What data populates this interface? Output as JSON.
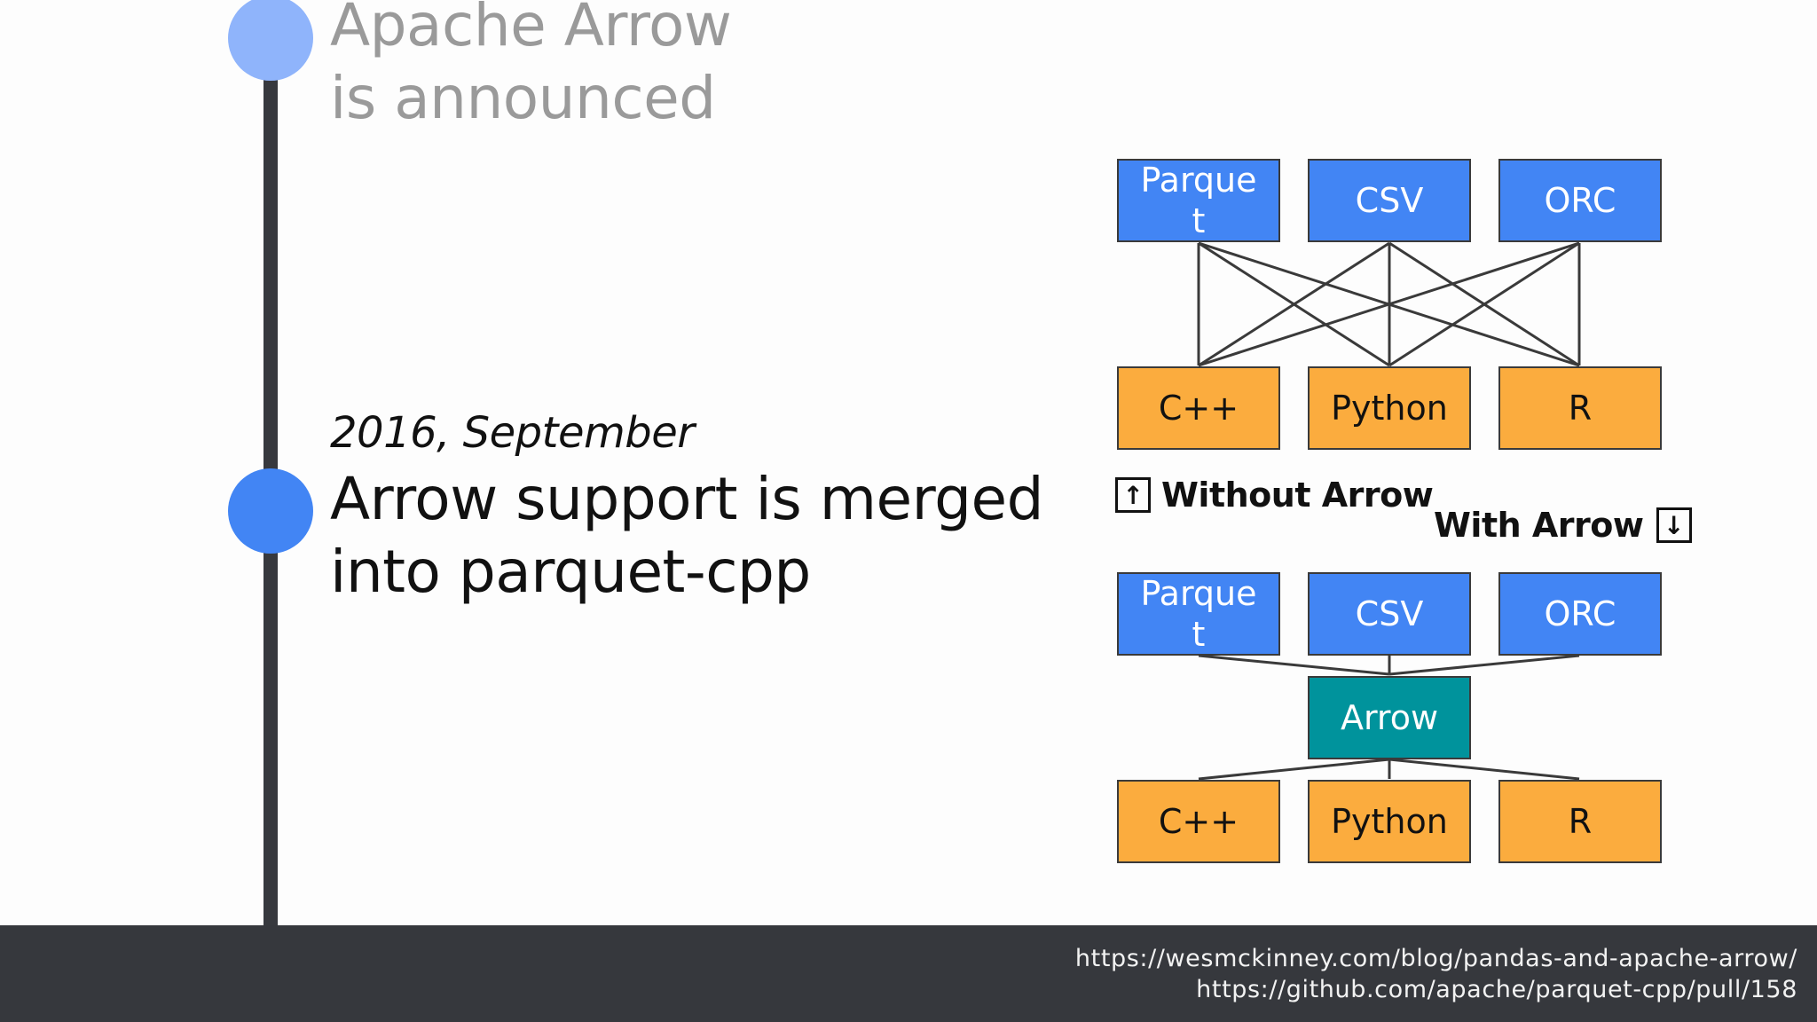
{
  "timeline": {
    "previous_event": {
      "title": "Apache Arrow\nis announced"
    },
    "current_event": {
      "date": "2016, September",
      "title": "Arrow support is merged\ninto parquet-cpp"
    }
  },
  "diagram": {
    "without_arrow": {
      "legend": "Without Arrow",
      "arrow_glyph": "↑",
      "formats": [
        "Parque\nt",
        "CSV",
        "ORC"
      ],
      "languages": [
        "C++",
        "Python",
        "R"
      ]
    },
    "with_arrow": {
      "legend": "With Arrow",
      "arrow_glyph": "↓",
      "formats": [
        "Parque\nt",
        "CSV",
        "ORC"
      ],
      "hub": "Arrow",
      "languages": [
        "C++",
        "Python",
        "R"
      ]
    },
    "colors": {
      "format_box": "#4285f4",
      "language_box": "#fbac3e",
      "arrow_box": "#00939c",
      "connector": "#3a3a3a"
    }
  },
  "footer": {
    "links": [
      "https://wesmckinney.com/blog/pandas-and-apache-arrow/",
      "https://github.com/apache/parquet-cpp/pull/158"
    ]
  },
  "colors": {
    "timeline_line": "#37393e",
    "dot_previous": "#8fb4fb",
    "dot_current": "#4285f4",
    "footer_background": "#36383d"
  }
}
